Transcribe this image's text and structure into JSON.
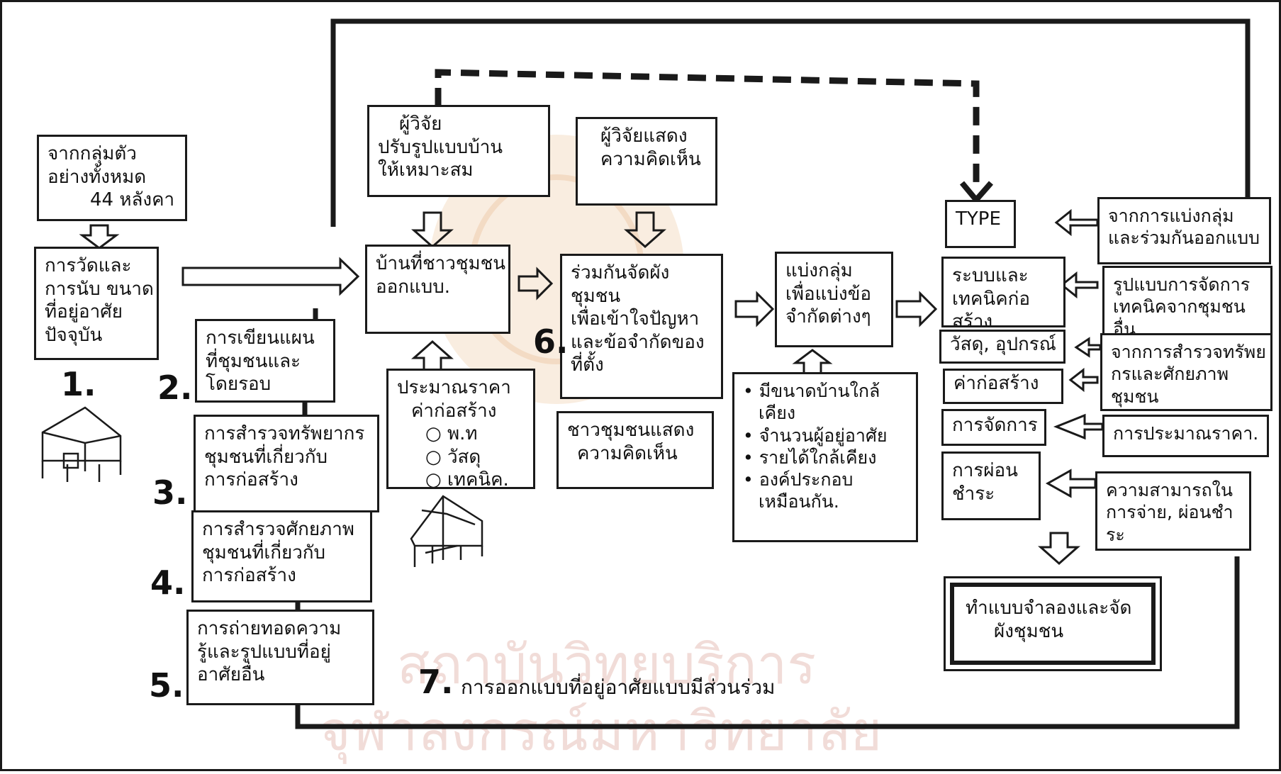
{
  "steps": [
    {
      "number": "1.",
      "boxes": [
        {
          "lines": [
            "จากกลุ่มตัว",
            "อย่างทั้งหมด",
            "44 หลังคา"
          ]
        },
        {
          "lines": [
            "การวัดและ",
            "การนับ ขนาด",
            "ที่อยู่อาศัย",
            "ปัจจุบัน"
          ]
        }
      ]
    },
    {
      "number": "2.",
      "lines": [
        "การเขียนแผน",
        "ที่ชุมชนและ",
        "โดยรอบ"
      ]
    },
    {
      "number": "3.",
      "lines": [
        "การสำรวจทรัพยากร",
        "ชุมชนที่เกี่ยวกับ",
        "การก่อสร้าง"
      ]
    },
    {
      "number": "4.",
      "lines": [
        "การสำรวจศักยภาพ",
        "ชุมชนที่เกี่ยวกับ",
        "การก่อสร้าง"
      ]
    },
    {
      "number": "5.",
      "lines": [
        "การถ่ายทอดความ",
        "รู้และรูปแบบที่อยู่",
        "อาศัยอื่น"
      ]
    },
    {
      "number": "6."
    },
    {
      "number": "7.",
      "caption": "การออกแบบที่อยู่อาศัยแบบมีส่วนร่วม"
    }
  ],
  "center": {
    "researcher_adjust": [
      "ผู้วิจัย",
      "ปรับรูปแบบบ้าน",
      "ให้เหมาะสม"
    ],
    "villager_design": [
      "บ้านที่ชาวชุมชน",
      "ออกแบบ."
    ],
    "estimate": [
      "ประมาณราคา",
      "ค่าก่อสร้าง",
      "○ พ.ท",
      "○ วัสดุ",
      "○ เทคนิค."
    ],
    "researcher_opinion": [
      "ผู้วิจัยแสดง",
      "ความคิดเห็น"
    ],
    "plan_together": [
      "ร่วมกันจัดผัง",
      "ชุมชน",
      "เพื่อเข้าใจปัญหา",
      "และข้อจำกัดของ",
      "ที่ตั้ง"
    ],
    "villager_opinion": [
      "ชาวชุมชนแสดง",
      "ความคิดเห็น"
    ],
    "group_split": [
      "แบ่งกลุ่ม",
      "เพื่อแบ่งข้อ",
      "จำกัดต่างๆ"
    ],
    "criteria": [
      "• มีขนาดบ้านใกล้",
      "เคียง",
      "• จำนวนผู้อยู่อาศัย",
      "• รายได้ใกล้เคียง",
      "• องค์ประกอบ",
      "เหมือนกัน."
    ]
  },
  "type_column": {
    "type": "TYPE",
    "system": [
      "ระบบและ",
      "เทคนิคก่อ",
      "สร้าง"
    ],
    "material": [
      "วัสดุ, อุปกรณ์"
    ],
    "cost": [
      "ค่าก่อสร้าง"
    ],
    "management": [
      "การจัดการ"
    ],
    "installment": [
      "การผ่อน",
      "ชำระ"
    ]
  },
  "right_column": {
    "from_group": [
      "จากการแบ่งกลุ่ม",
      "และร่วมกันออกแบบ"
    ],
    "technique": [
      "รูปแบบการจัดการ",
      "เทคนิคจากชุมชน",
      "อื่น"
    ],
    "survey": [
      "จากการสำรวจทรัพย",
      "กรและศักยภาพ",
      "ชุมชน"
    ],
    "estimate_price": [
      "การประมาณราคา."
    ],
    "ability": [
      "ความสามารถใน",
      "การจ่าย, ผ่อนชำ",
      "ระ"
    ]
  },
  "final": [
    "ทำแบบจำลองและจัด",
    "ผังชุมชน"
  ],
  "watermark": [
    "สถาบันวิทยบริการ",
    "จุฬาลงกรณ์มหาวิทยาลัย"
  ],
  "colors": {
    "ink": "#1a1a1a",
    "watermark": "#efd8d4",
    "seal": "#f6e3cf"
  }
}
